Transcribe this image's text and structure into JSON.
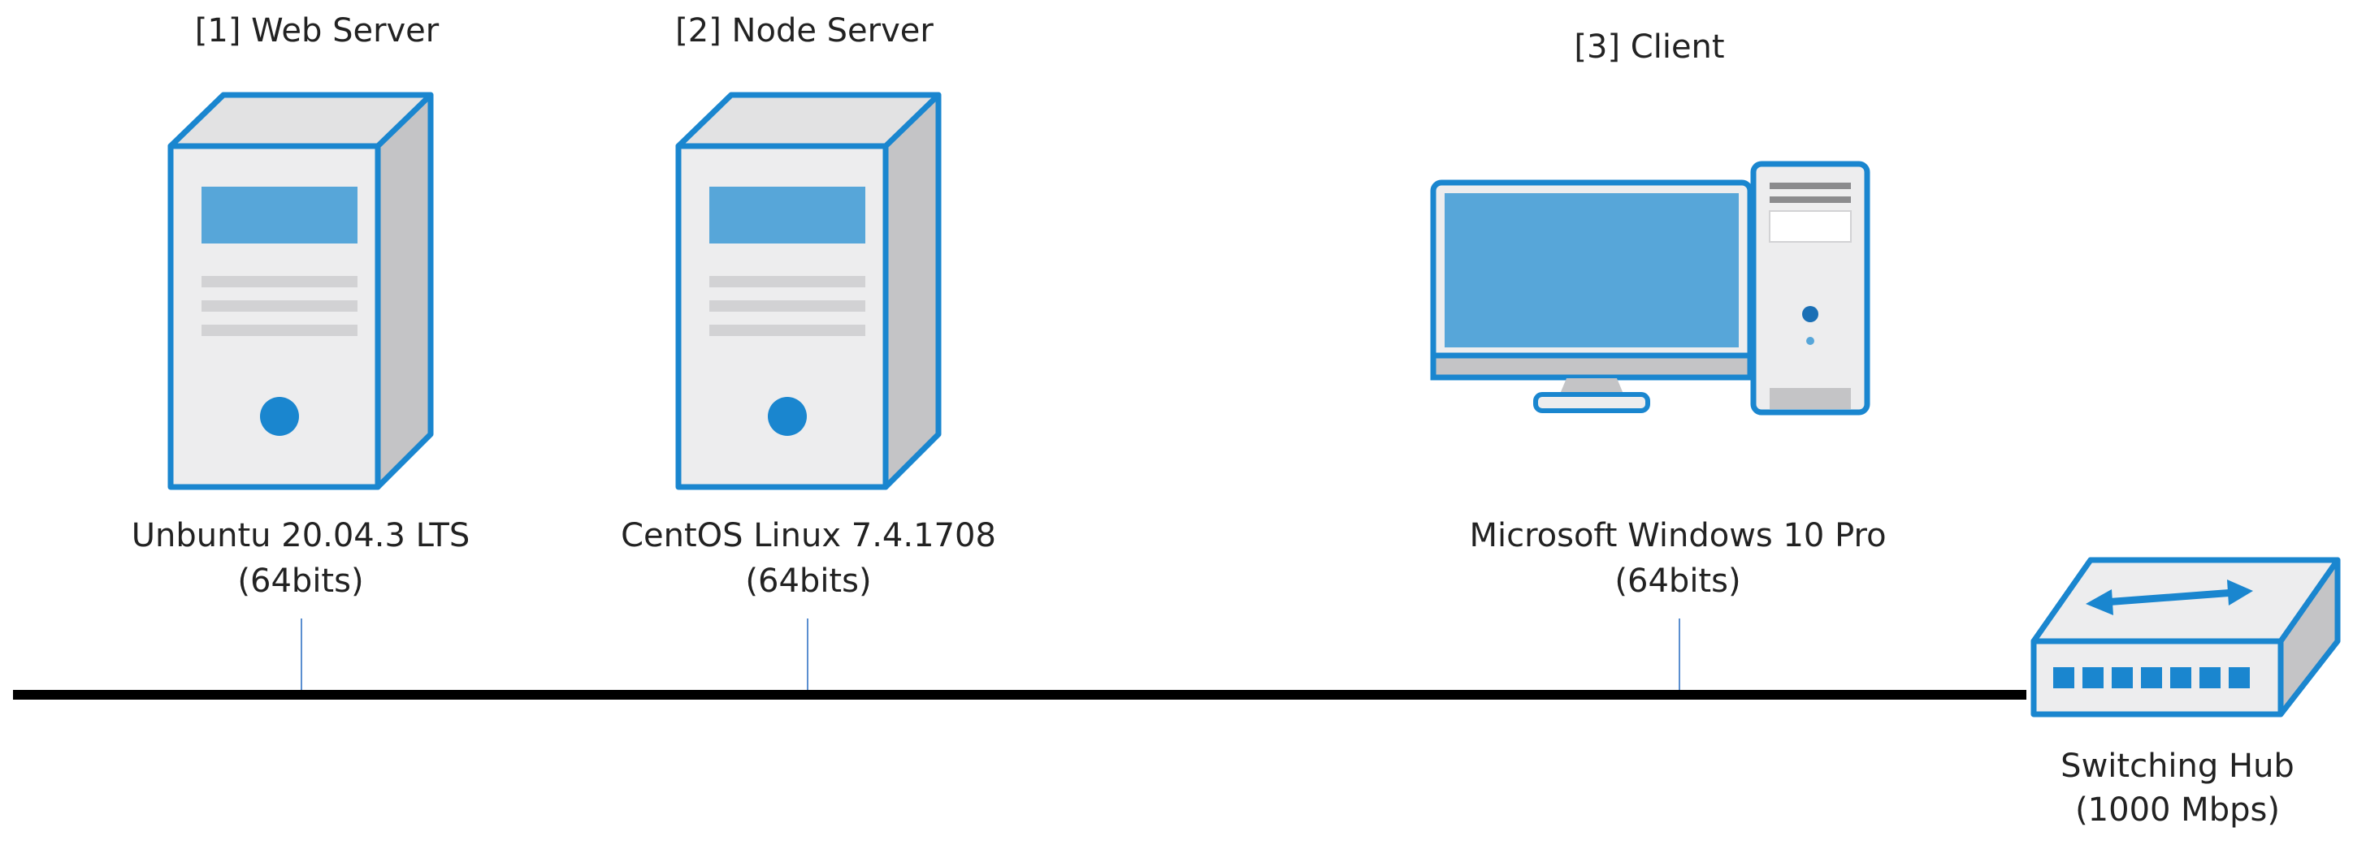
{
  "nodes": [
    {
      "title": "[1] Web Server",
      "os": "Unbuntu 20.04.3 LTS",
      "arch": "(64bits)",
      "icon": "server-tower-icon"
    },
    {
      "title": "[2] Node Server",
      "os": "CentOS Linux 7.4.1708",
      "arch": "(64bits)",
      "icon": "server-tower-icon"
    },
    {
      "title": "[3] Client",
      "os": "Microsoft Windows 10 Pro",
      "arch": "(64bits)",
      "icon": "desktop-computer-icon"
    }
  ],
  "hub": {
    "name": "Switching Hub",
    "speed": "(1000 Mbps)",
    "icon": "switching-hub-icon"
  },
  "colors": {
    "outline": "#1a86cf",
    "screen": "#57a6d9",
    "body": "#ededee",
    "side": "#c4c4c6",
    "bus": "#000000",
    "connector": "#5b8fd0"
  }
}
